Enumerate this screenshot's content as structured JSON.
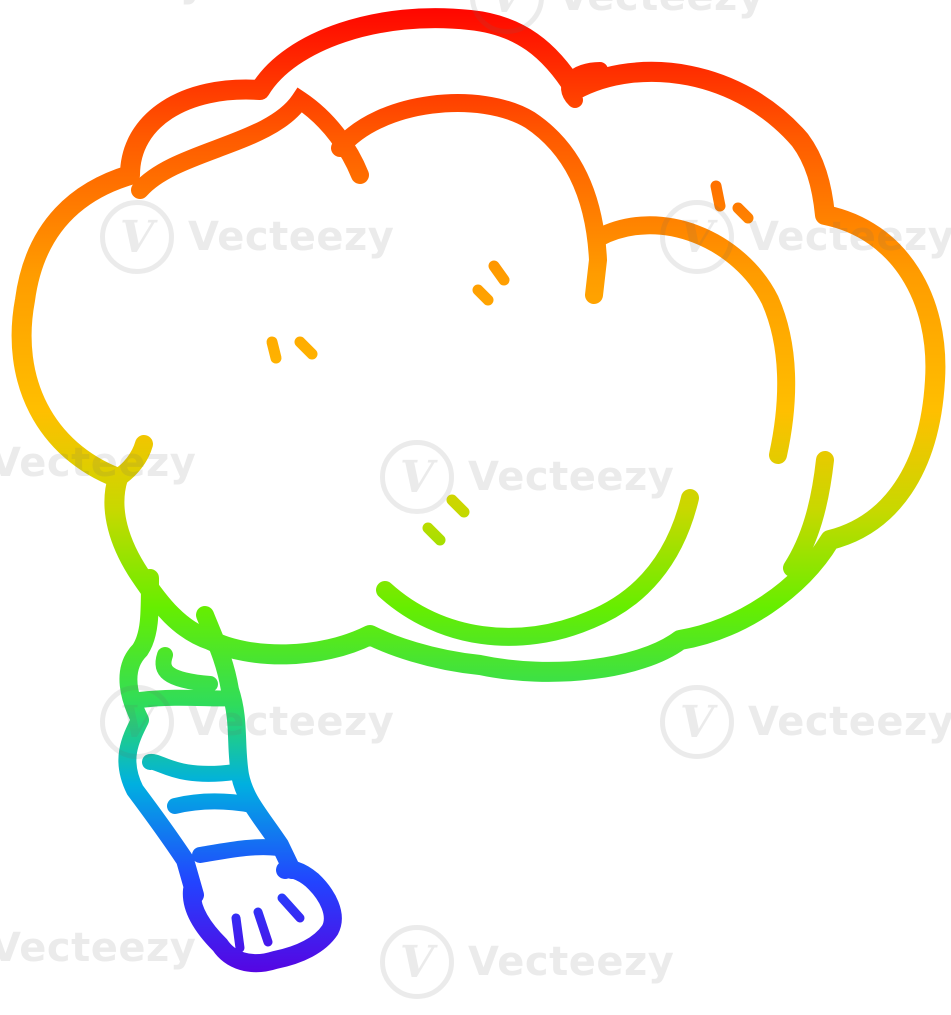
{
  "image": {
    "subject": "cartoon-brain-with-spinal-cord",
    "stroke_gradient": [
      "#ff0000",
      "#ff7a00",
      "#ffb000",
      "#e8d000",
      "#66ee00",
      "#33dd55",
      "#00aaee",
      "#2244ff",
      "#5a00e0"
    ],
    "background_color": "#ffffff"
  },
  "watermark": {
    "text": "Vecteezy",
    "logo_glyph": "V"
  }
}
